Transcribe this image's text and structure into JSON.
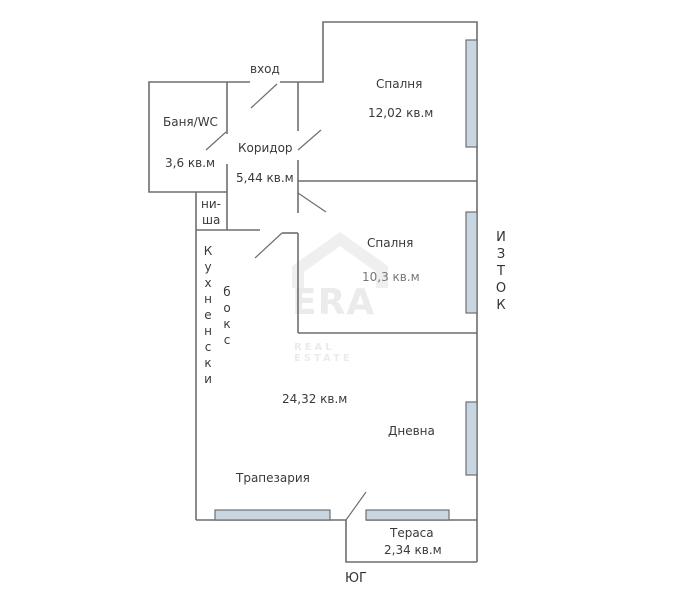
{
  "plan": {
    "rooms": [
      {
        "id": "bedroom-1",
        "name": "Спалня",
        "area": "12,02 кв.м"
      },
      {
        "id": "bathroom",
        "name": "Баня/WC",
        "area": "3,6 кв.м"
      },
      {
        "id": "corridor",
        "name": "Коридор",
        "area": "5,44 кв.м"
      },
      {
        "id": "niche",
        "name": "ни-ша",
        "line1": "ни-",
        "line2": "ша"
      },
      {
        "id": "bedroom-2",
        "name": "Спалня",
        "area": "10,3 кв.м"
      },
      {
        "id": "kitchen",
        "name_part1": "Кухненски",
        "name_part2": "бокс"
      },
      {
        "id": "living",
        "area": "24,32 кв.м",
        "living_label": "Дневна",
        "dining_label": "Трапезария"
      },
      {
        "id": "terrace",
        "name": "Тераса",
        "area": "2,34 кв.м"
      }
    ],
    "entrance_label": "вход",
    "compass": {
      "east": "ИЗТОК",
      "south": "ЮГ"
    },
    "colors": {
      "wall": "#6e6e6e",
      "window_fill": "#c7d6e1",
      "window_stroke": "#6e6e6e",
      "watermark": "#8a8a8a"
    }
  },
  "watermark": {
    "brand": "ERA",
    "tagline": "REAL ESTATE"
  }
}
